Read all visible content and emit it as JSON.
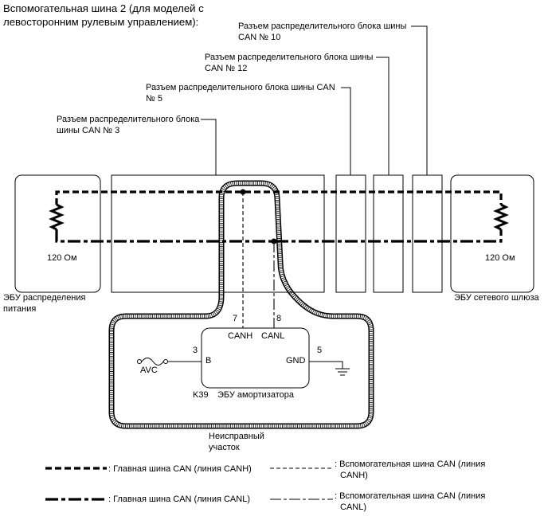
{
  "title": "Вспомогательная шина 2 (для моделей с левосторонним рулевым управлением):",
  "connectors": {
    "can10": [
      "Разъем распределительного блока шины",
      "CAN № 10"
    ],
    "can12": [
      "Разъем распределительного блока шины",
      "CAN № 12"
    ],
    "can5": [
      "Разъем распределительного блока шины CAN",
      "№ 5"
    ],
    "can3": [
      "Разъем распределительного блока",
      "шины CAN № 3"
    ]
  },
  "left_ecu": {
    "name": [
      "ЭБУ распределения",
      "питания"
    ],
    "resistor": "120 Ом"
  },
  "right_ecu": {
    "name": "ЭБУ сетевого шлюза",
    "resistor": "120 Ом"
  },
  "damper_ecu": {
    "code": "K39",
    "name": "ЭБУ амортизатора",
    "pins": {
      "canh_num": "7",
      "canh": "CANH",
      "canl_num": "8",
      "canl": "CANL",
      "b_num": "3",
      "b": "B",
      "gnd_num": "5",
      "gnd": "GND"
    },
    "fuse": "AVC"
  },
  "fault_area": [
    "Неисправный",
    "участок"
  ],
  "legend": [
    {
      "style": "main-canh",
      "text": [
        ": Главная шина CAN (линия CANH)"
      ]
    },
    {
      "style": "sub-canh",
      "text": [
        ": Вспомогательная шина CAN (линия",
        "CANH)"
      ]
    },
    {
      "style": "main-canl",
      "text": [
        ": Главная шина CAN (линия CANL)"
      ]
    },
    {
      "style": "sub-canl",
      "text": [
        ": Вспомогательная шина CAN (линия",
        "CANL)"
      ]
    }
  ]
}
